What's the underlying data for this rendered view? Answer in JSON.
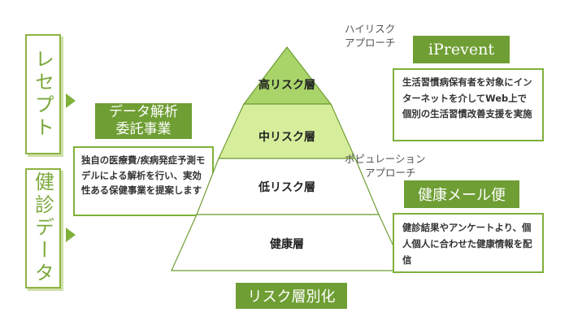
{
  "left": {
    "receipt_label": "レセプト",
    "checkup_label": "健診データ",
    "commission_title": "データ解析\n委託事業",
    "commission_text": "独自の医療費/疾病発症予測モデルによる解析を行い、実効性ある保健事業を提案します"
  },
  "pyramid": {
    "layers": [
      "高リスク層",
      "中リスク層",
      "低リスク層",
      "健康層"
    ],
    "colors": [
      "#a9d46a",
      "#d6ee9c",
      "#ffffff",
      "#ffffff"
    ]
  },
  "right": {
    "high_risk_approach": "ハイリスク\nアプローチ",
    "iprevent_title": "iPrevent",
    "iprevent_text": "生活習慣病保有者を対象にインターネットを介してWeb上で個別の生活習慣改善支援を実施",
    "population_approach": "ポピュレーション\n　　アプローチ",
    "mail_title": "健康メール便",
    "mail_text": "健診結果やアンケートより、個人個人に合わせた健康情報を配信"
  },
  "bottom": {
    "stratification_label": "リスク層別化"
  }
}
